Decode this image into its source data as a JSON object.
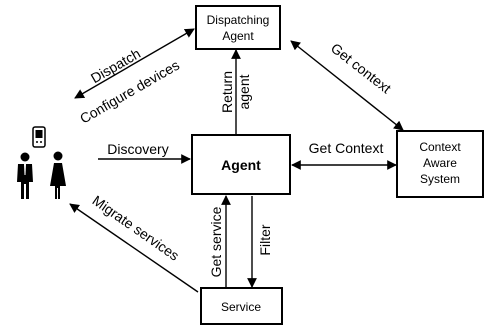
{
  "nodes": {
    "dispatching_agent": [
      "Dispatching",
      "Agent"
    ],
    "agent": "Agent",
    "context_aware_system": [
      "Context",
      "Aware",
      "System"
    ],
    "service": "Service"
  },
  "edges": {
    "dispatch": "Dispatch",
    "configure_devices": "Configure devices",
    "get_context_diag": "Get context",
    "return_agent": [
      "Return",
      "agent"
    ],
    "discovery": "Discovery",
    "get_context_horiz": "Get Context",
    "get_service": "Get service",
    "filter": "Filter",
    "migrate_services": "Migrate services"
  },
  "icons": [
    "users-icon",
    "pda-device-icon"
  ]
}
